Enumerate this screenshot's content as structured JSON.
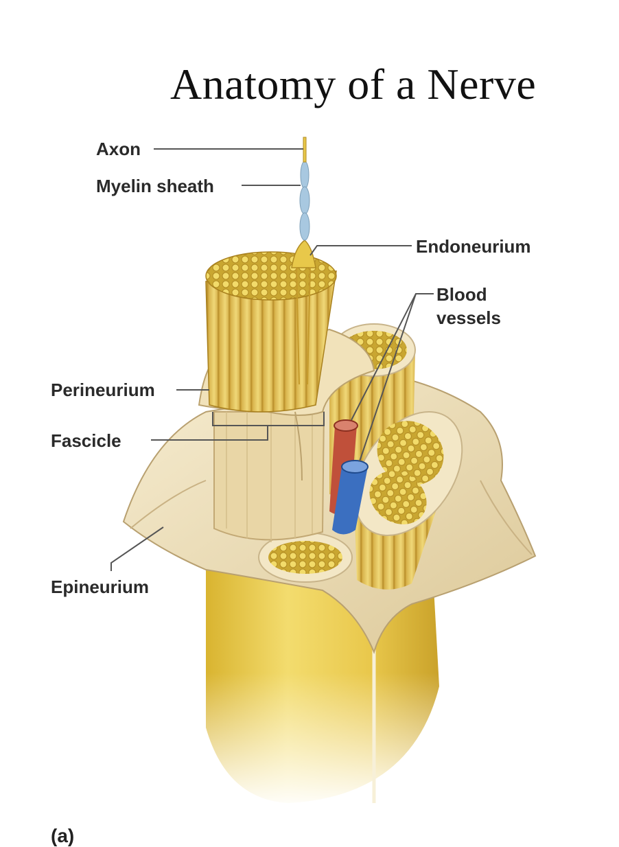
{
  "title": "Anatomy of a Nerve",
  "labels": {
    "axon": "Axon",
    "myelin_sheath": "Myelin sheath",
    "endoneurium": "Endoneurium",
    "blood_vessels_line1": "Blood",
    "blood_vessels_line2": "vessels",
    "perineurium": "Perineurium",
    "fascicle": "Fascicle",
    "epineurium": "Epineurium"
  },
  "panel_label": "(a)",
  "colors": {
    "nerve_yellow": "#e8c84a",
    "sheath_cream": "#efe0b8",
    "artery_red": "#c0503a",
    "vein_blue": "#3b6fc0",
    "myelin_blue": "#a8c8e0",
    "leader_line": "#555555"
  }
}
